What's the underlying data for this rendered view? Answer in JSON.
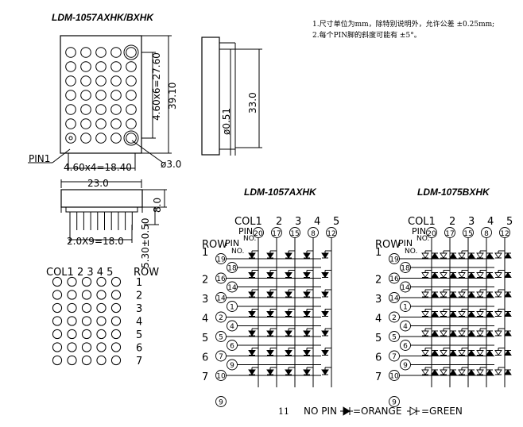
{
  "front_title": "LDM-1057AXHK/BXHK",
  "notes": [
    "1.尺寸单位为mm，除特别说明外，允许公差 ±0.25mm;",
    "2.每个PIN脚的斜度可能有 ±5°。"
  ],
  "front_dims": {
    "inner_h": "4.60x6=27.60",
    "outer_h": "39.10",
    "inner_w": "4.60x4=18.40",
    "hole": "ø3.0",
    "pin1": "PIN1"
  },
  "side_dims": {
    "pin_dia": "ø0.51",
    "height": "33.0"
  },
  "bottom_dims": {
    "width": "23.0",
    "pitch": "2.0X9=18.0",
    "depth": "8.0",
    "pin_len": "5.30±0.50"
  },
  "small_grid": {
    "col_header": "COL1 2 3 4 5",
    "row_header": "ROW",
    "rows": [
      "1",
      "2",
      "3",
      "4",
      "5",
      "6",
      "7"
    ]
  },
  "schematics": [
    {
      "title": "LDM-1057AXHK",
      "col_label": "COL1",
      "cols": [
        "2",
        "3",
        "4",
        "5"
      ],
      "pin_label": "PIN",
      "no_label": "NO.",
      "row_label": "ROW",
      "col_pins": [
        "20",
        "17",
        "15",
        "8",
        "12"
      ],
      "rows": [
        "1",
        "2",
        "3",
        "4",
        "5",
        "6",
        "7"
      ],
      "row_pins_a": [
        "19",
        "16",
        "14",
        "2",
        "5",
        "7",
        "10"
      ],
      "row_pins_b": [
        "18",
        "14",
        "1",
        "4",
        "6",
        "9"
      ]
    },
    {
      "title": "LDM-1075BXHK",
      "col_label": "COL1",
      "cols": [
        "2",
        "3",
        "4",
        "5"
      ],
      "pin_label": "PIN",
      "no_label": "NO.",
      "row_label": "ROW",
      "col_pins": [
        "20",
        "17",
        "15",
        "8",
        "12"
      ],
      "rows": [
        "1",
        "2",
        "3",
        "4",
        "5",
        "6",
        "7"
      ],
      "row_pins_a": [
        "19",
        "16",
        "14",
        "2",
        "5",
        "7",
        "10"
      ],
      "row_pins_b": [
        "18",
        "14",
        "1",
        "4",
        "6",
        "9"
      ]
    }
  ],
  "legend": {
    "no_pin_num": "11",
    "no_pin": "NO PIN",
    "orange": "=ORANGE",
    "green": "=GREEN"
  }
}
